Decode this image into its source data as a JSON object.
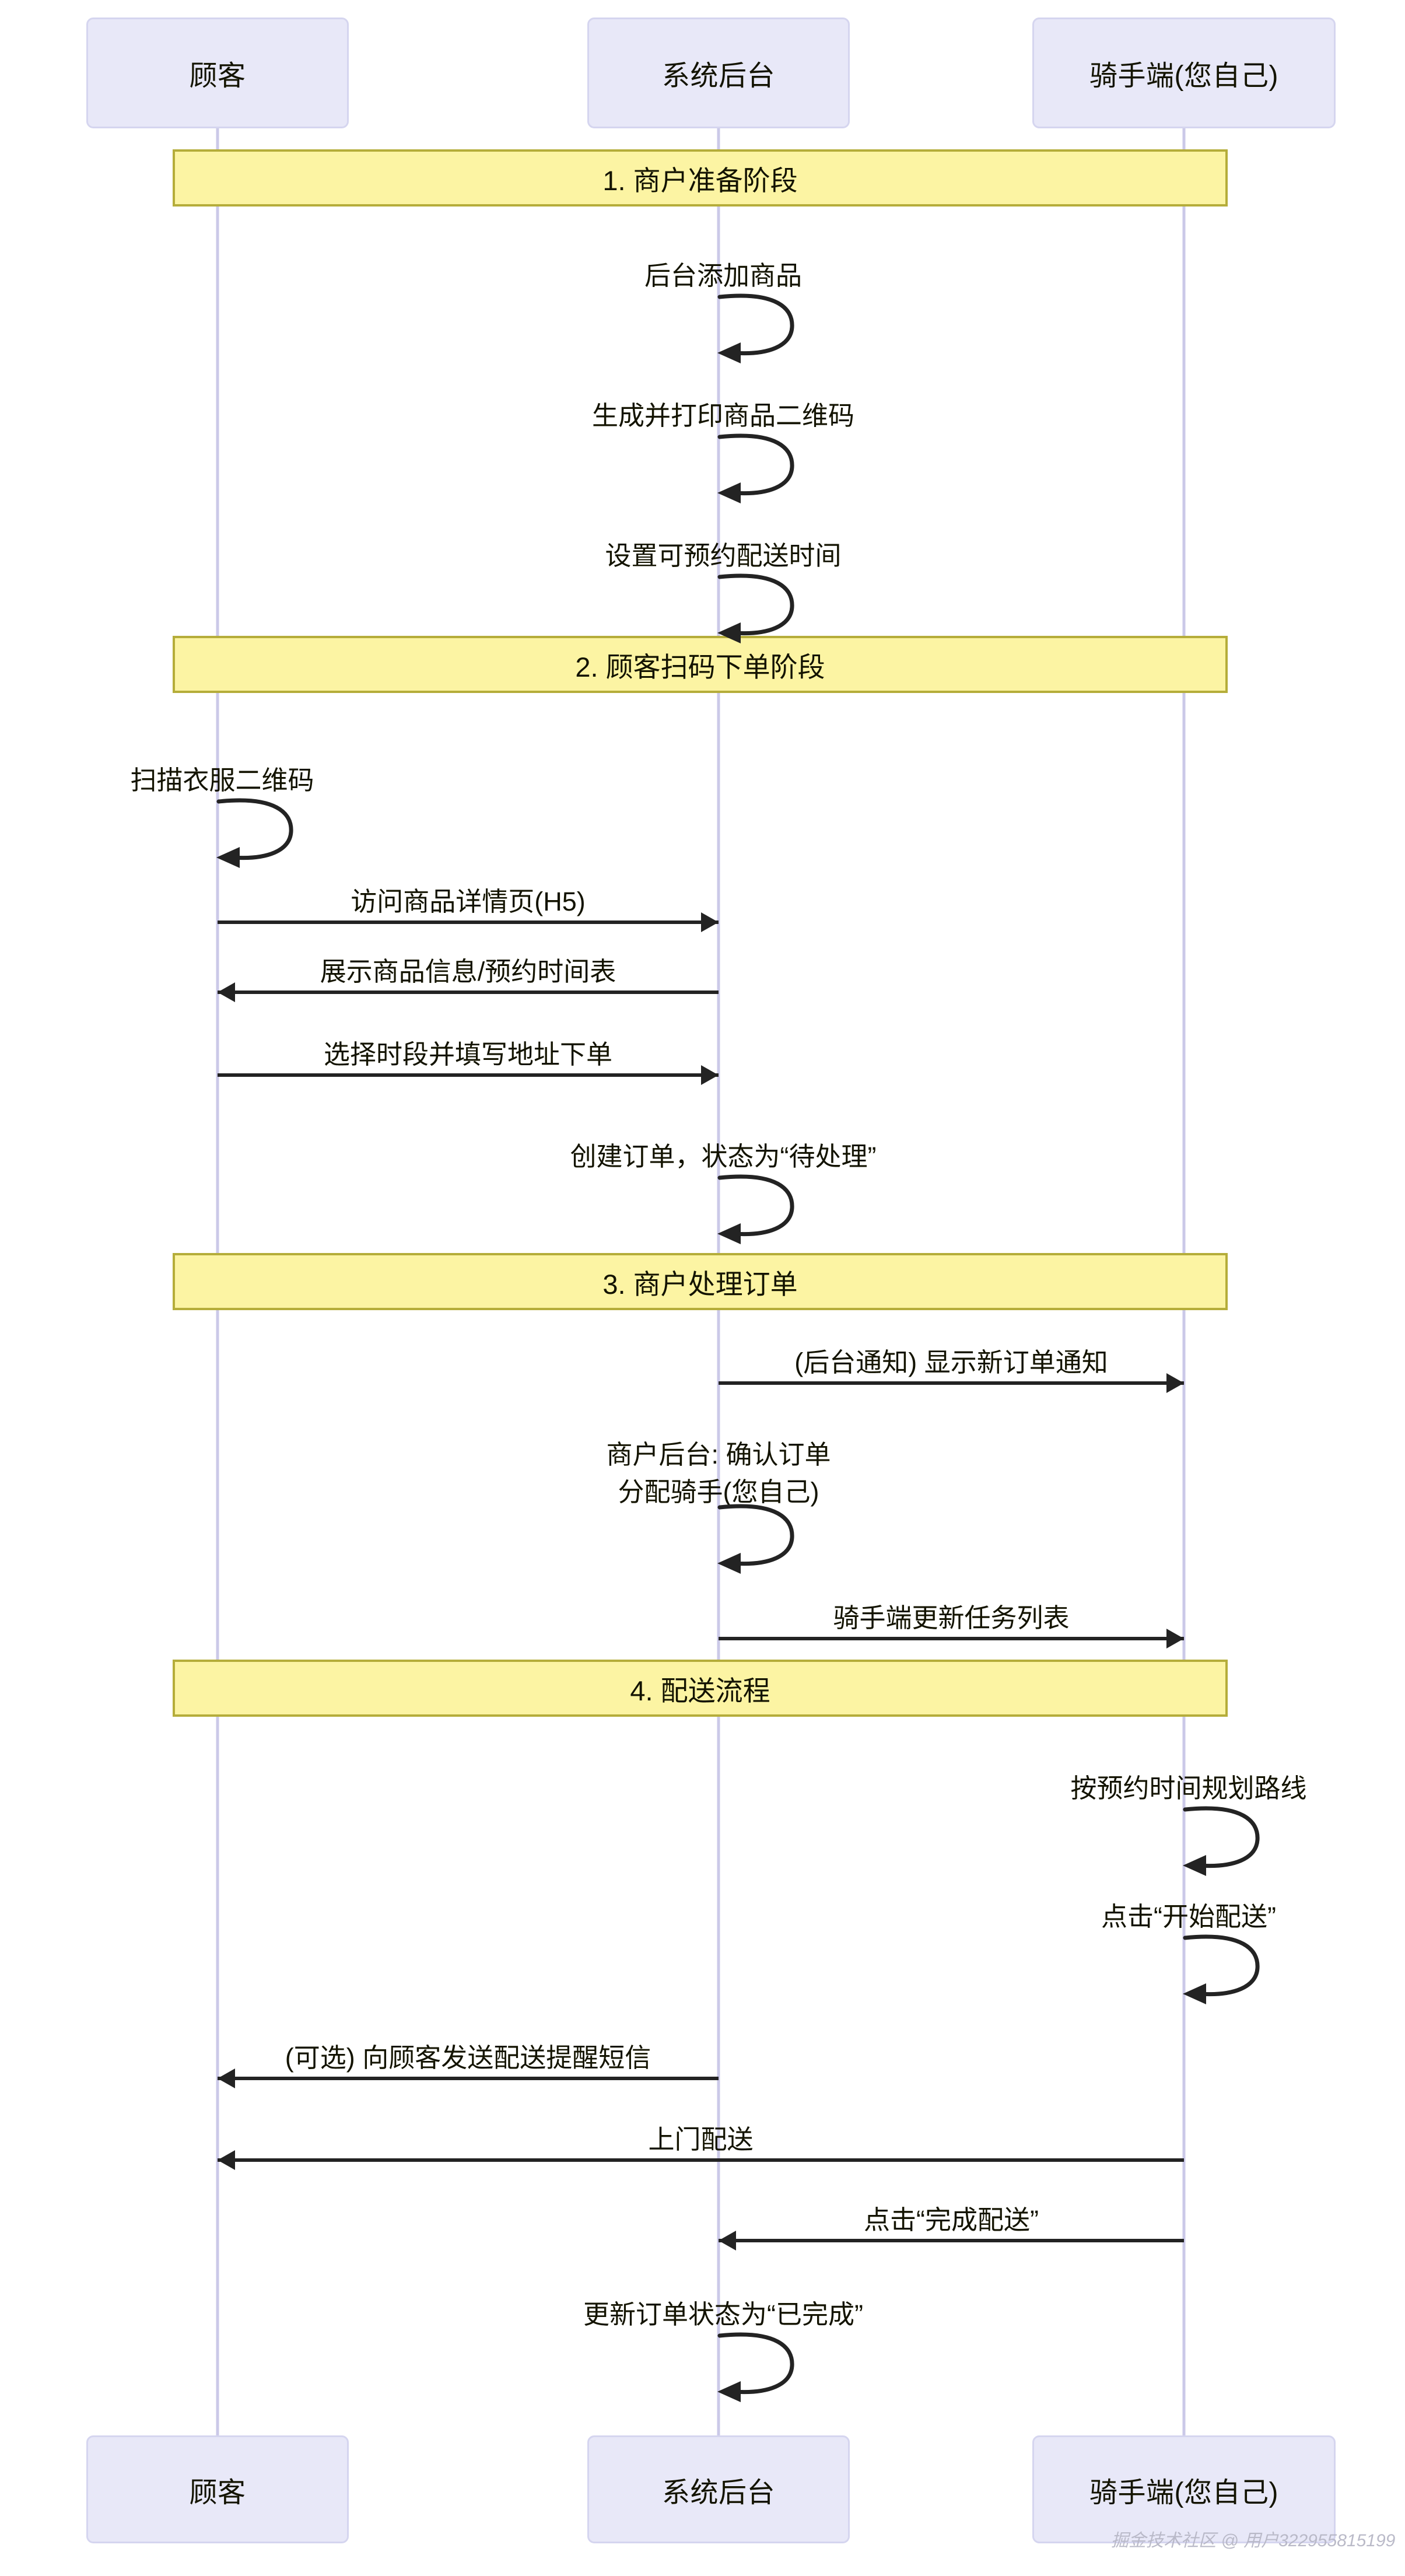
{
  "diagram": {
    "type": "sequence-diagram",
    "title_visible": false,
    "colors": {
      "actor_fill": "#e8e8f8",
      "actor_stroke": "#d5d5ef",
      "lifeline": "#cbc9e8",
      "section_fill": "#fcf4a3",
      "section_stroke": "#b5ad3a",
      "arrow": "#232323",
      "text": "#131300",
      "watermark": "#b7b7c6"
    }
  },
  "actors": [
    {
      "id": "customer",
      "label": "顾客"
    },
    {
      "id": "system",
      "label": "系统后台"
    },
    {
      "id": "rider",
      "label": "骑手端(您自己)"
    }
  ],
  "actors_bottom": [
    {
      "id": "customer",
      "label": "顾客"
    },
    {
      "id": "system",
      "label": "系统后台"
    },
    {
      "id": "rider",
      "label": "骑手端(您自己)"
    }
  ],
  "sections": [
    {
      "id": "s1",
      "label": "1. 商户准备阶段"
    },
    {
      "id": "s2",
      "label": "2. 顾客扫码下单阶段"
    },
    {
      "id": "s3",
      "label": "3. 商户处理订单"
    },
    {
      "id": "s4",
      "label": "4. 配送流程"
    }
  ],
  "messages": [
    {
      "id": "m1",
      "from": "system",
      "to": "system",
      "kind": "self",
      "label": "后台添加商品"
    },
    {
      "id": "m2",
      "from": "system",
      "to": "system",
      "kind": "self",
      "label": "生成并打印商品二维码"
    },
    {
      "id": "m3",
      "from": "system",
      "to": "system",
      "kind": "self",
      "label": "设置可预约配送时间"
    },
    {
      "id": "m4",
      "from": "customer",
      "to": "customer",
      "kind": "self",
      "label": "扫描衣服二维码"
    },
    {
      "id": "m5",
      "from": "customer",
      "to": "system",
      "kind": "right",
      "label": "访问商品详情页(H5)"
    },
    {
      "id": "m6",
      "from": "system",
      "to": "customer",
      "kind": "left",
      "label": "展示商品信息/预约时间表"
    },
    {
      "id": "m7",
      "from": "customer",
      "to": "system",
      "kind": "right",
      "label": "选择时段并填写地址下单"
    },
    {
      "id": "m8",
      "from": "system",
      "to": "system",
      "kind": "self",
      "label": "创建订单，状态为“待处理”"
    },
    {
      "id": "m9",
      "from": "system",
      "to": "rider",
      "kind": "right",
      "label": "(后台通知) 显示新订单通知"
    },
    {
      "id": "m10",
      "from": "system",
      "to": "system",
      "kind": "self",
      "label": "商户后台: 确认订单",
      "label_line2": "分配骑手(您自己)"
    },
    {
      "id": "m11",
      "from": "system",
      "to": "rider",
      "kind": "right",
      "label": "骑手端更新任务列表"
    },
    {
      "id": "m12",
      "from": "rider",
      "to": "rider",
      "kind": "self",
      "label": "按预约时间规划路线"
    },
    {
      "id": "m13",
      "from": "rider",
      "to": "rider",
      "kind": "self",
      "label": "点击“开始配送”"
    },
    {
      "id": "m14",
      "from": "system",
      "to": "customer",
      "kind": "left",
      "label": "(可选) 向顾客发送配送提醒短信"
    },
    {
      "id": "m15",
      "from": "rider",
      "to": "customer",
      "kind": "left",
      "label": "上门配送"
    },
    {
      "id": "m16",
      "from": "rider",
      "to": "system",
      "kind": "left",
      "label": "点击“完成配送”"
    },
    {
      "id": "m17",
      "from": "system",
      "to": "system",
      "kind": "self",
      "label": "更新订单状态为“已完成”"
    }
  ],
  "watermark": {
    "text": "掘金技术社区 @ 用户322955815199"
  }
}
